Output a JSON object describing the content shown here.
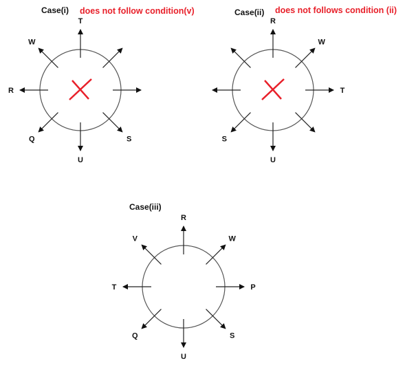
{
  "colors": {
    "line": "#222222",
    "circle": "#555555",
    "cross": "#e8202a",
    "note": "#e8202a"
  },
  "cases": [
    {
      "title": "Case(i)",
      "note": "does not follow condition(v)",
      "crossed": true,
      "labels": {
        "N": "T",
        "NE": "",
        "E": "",
        "SE": "S",
        "S": "U",
        "SW": "Q",
        "W": "R",
        "NW": "W"
      }
    },
    {
      "title": "Case(ii)",
      "note": "does not follows condition (ii)",
      "crossed": true,
      "labels": {
        "N": "R",
        "NE": "W",
        "E": "T",
        "SE": "",
        "S": "U",
        "SW": "S",
        "W": "",
        "NW": ""
      }
    },
    {
      "title": "Case(iii)",
      "note": "",
      "crossed": false,
      "labels": {
        "N": "R",
        "NE": "W",
        "E": "P",
        "SE": "S",
        "S": "U",
        "SW": "Q",
        "W": "T",
        "NW": "V"
      }
    }
  ]
}
